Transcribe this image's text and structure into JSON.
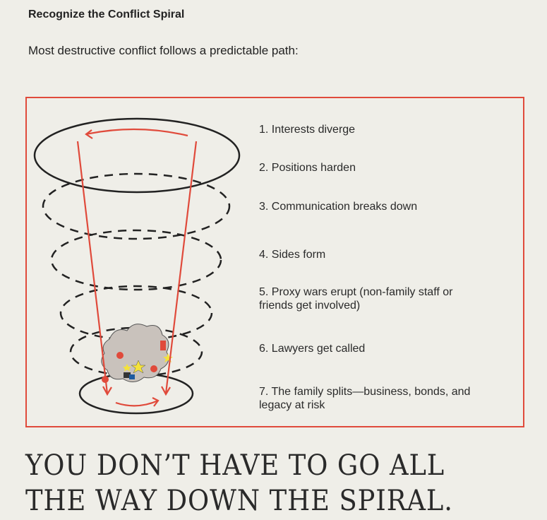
{
  "title": "Recognize the Conflict Spiral",
  "intro": "Most destructive conflict follows a predictable path:",
  "steps": [
    "1. Interests diverge",
    "2. Positions harden",
    "3. Communication breaks down",
    "4. Sides form",
    "5. Proxy wars erupt (non-family staff or friends get involved)",
    "6. Lawyers get called",
    "7. The family splits—business, bonds, and legacy at risk"
  ],
  "banner": "YOU DON’T HAVE TO GO ALL THE WAY DOWN THE SPIRAL.",
  "colors": {
    "accent": "#e04a3b",
    "background": "#efeee8"
  }
}
